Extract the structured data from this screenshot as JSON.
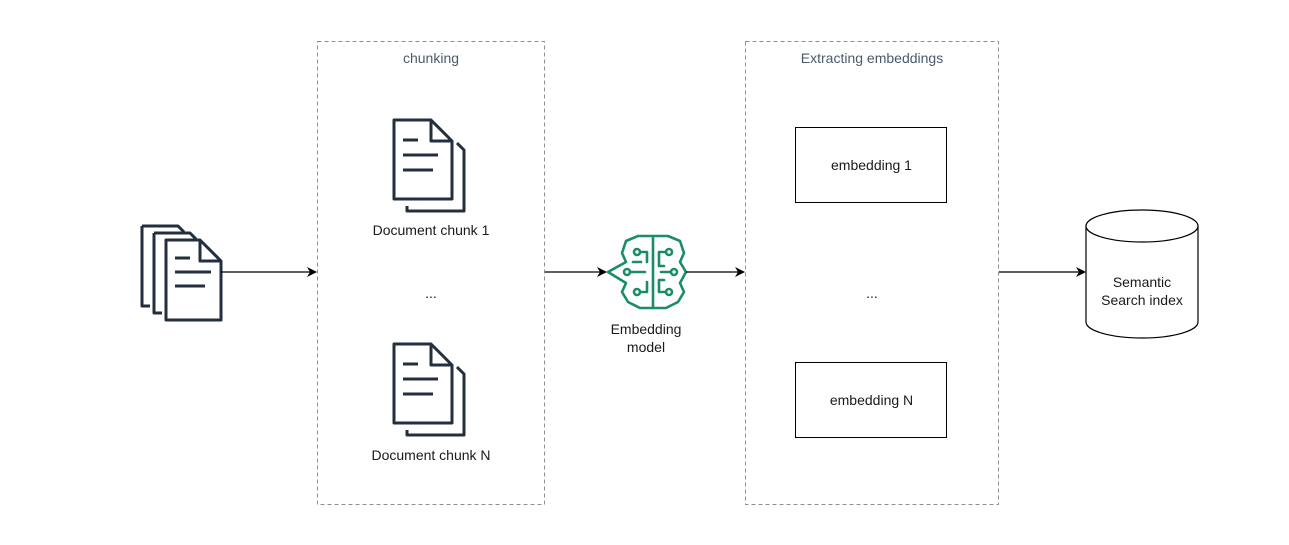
{
  "groups": {
    "chunking": {
      "title": "chunking",
      "items": [
        "Document chunk 1",
        "...",
        "Document chunk N"
      ]
    },
    "embeddings": {
      "title": "Extracting embeddings",
      "items": [
        "embedding 1",
        "...",
        "embedding N"
      ]
    }
  },
  "model": {
    "label_line1": "Embedding",
    "label_line2": "model",
    "icon": "brain-circuit-icon",
    "color": "#1a8c6a"
  },
  "index": {
    "label_line1": "Semantic",
    "label_line2": "Search index",
    "icon": "database-cylinder-icon"
  },
  "source": {
    "icon": "documents-stack-icon"
  },
  "colors": {
    "icon_dark": "#232f3e",
    "dashed_border": "#8a8f96",
    "group_title": "#4a5a6a",
    "model_green": "#1a8c6a"
  }
}
